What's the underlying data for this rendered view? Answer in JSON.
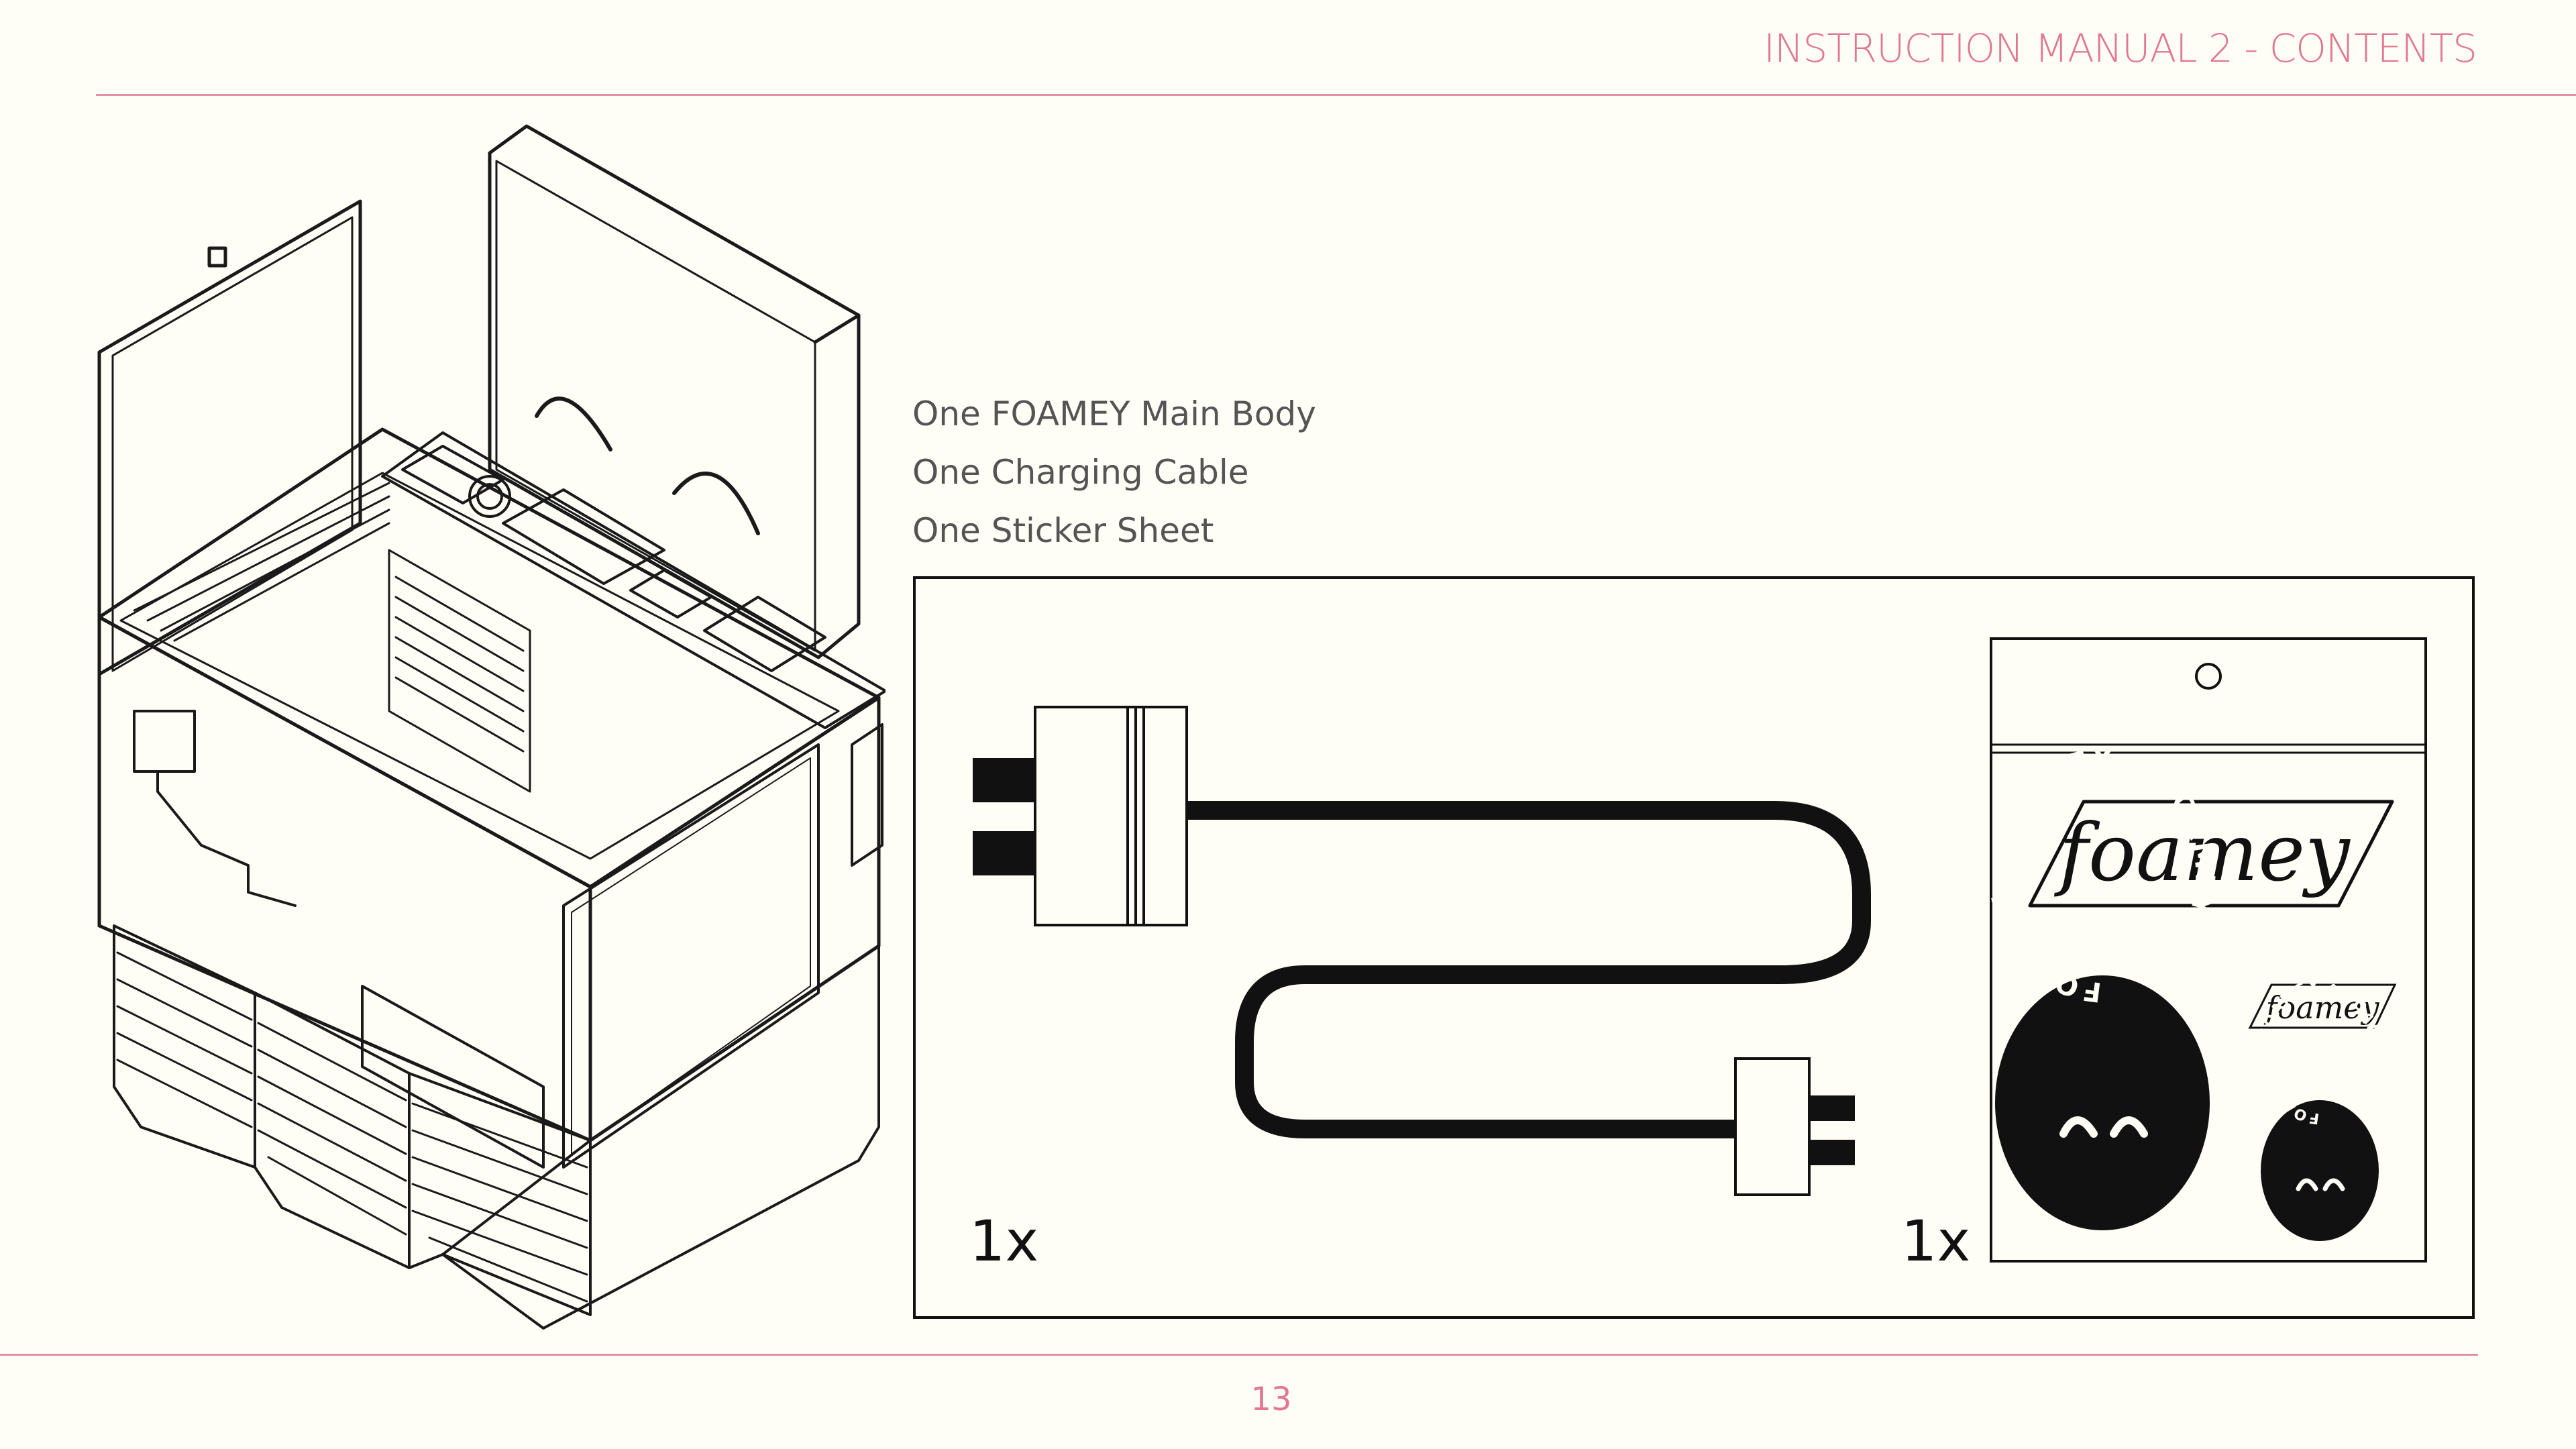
{
  "header": {
    "title": "INSTRUCTION MANUAL 2 - CONTENTS"
  },
  "contents": [
    "One FOAMEY Main Body",
    "One Charging Cable",
    "One Sticker Sheet"
  ],
  "illustration": {
    "cable_quantity": "1x",
    "sticker_quantity": "1x",
    "sticker_sheet": {
      "logo_text": "foamey",
      "small_logo_text": "foamey",
      "badge_ring_text": "FOAMEY • FOAMEY • FOAMEY •",
      "small_badge_ring_text": "FOAMEY • FOAMEY • FOAMEY •"
    }
  },
  "page_number": "13",
  "colors": {
    "accent": "#e07890",
    "rule": "#e490a2",
    "ink": "#111111",
    "paper": "#fefdf6",
    "body_text": "#545454"
  }
}
